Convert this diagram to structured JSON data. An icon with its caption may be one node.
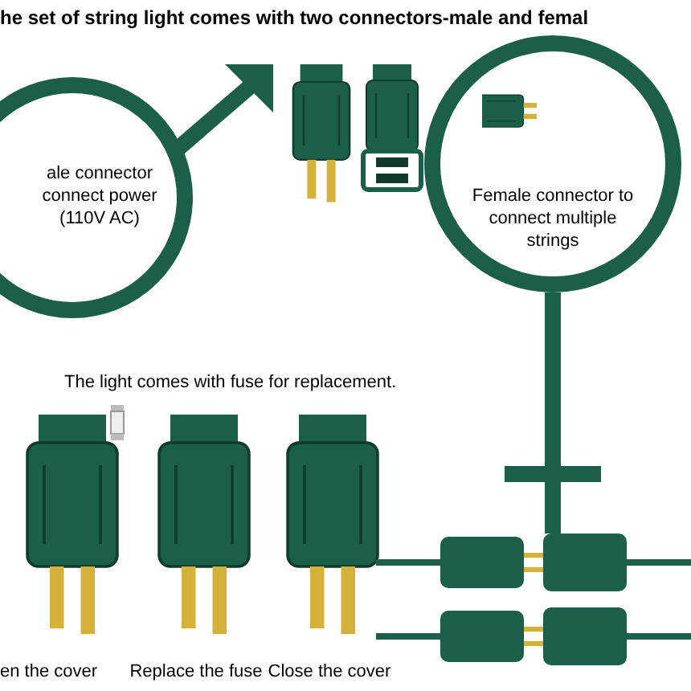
{
  "diagram": {
    "title": "he set of string light comes with two connectors-male and femal",
    "nodes": [
      {
        "text": [
          "ale connector connect power (110V AC)"
        ]
      },
      {
        "text": [
          "Female connector to connect multiple strings"
        ]
      }
    ],
    "labels": [
      "The light comes with fuse for replacement.",
      "en the cover",
      "Replace the fuse",
      "Close the cover"
    ]
  }
}
